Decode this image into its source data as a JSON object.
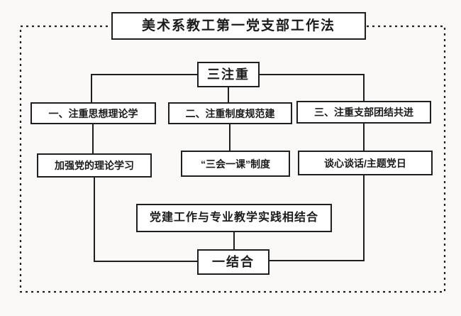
{
  "diagram": {
    "title": "美术系教工第一党支部工作法",
    "top_hub": "三注重",
    "bottom_hub": "一结合",
    "columns": [
      {
        "focus": "一、注重思想理论学",
        "measure": "加强党的理论学习"
      },
      {
        "focus": "二、注重制度规范建",
        "measure": "“三会一课”制度"
      },
      {
        "focus": "三、注重支部团结共进",
        "measure": "谈心谈话/主题党日"
      }
    ],
    "integration": "党建工作与专业教学实践相结合",
    "colors": {
      "line": "#1f1f1f",
      "node_bg": "#fefefe",
      "canvas_bg": "#faf9f8",
      "text": "#1b1b1b"
    }
  }
}
